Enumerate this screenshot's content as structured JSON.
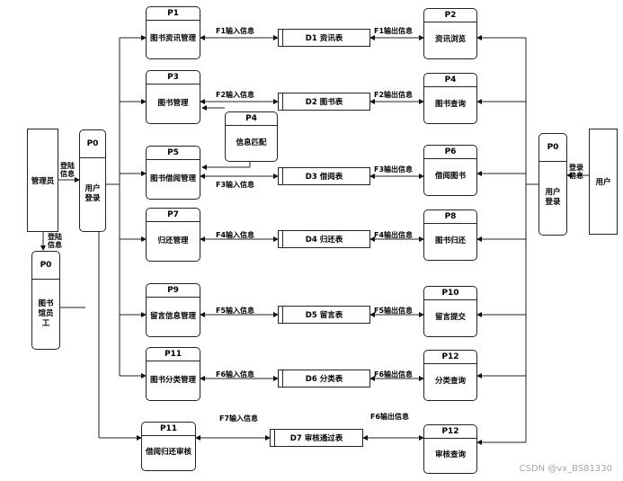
{
  "processes": {
    "p1": {
      "id": "P1",
      "name": "图书资讯管理"
    },
    "p2": {
      "id": "P2",
      "name": "资讯浏览"
    },
    "p3": {
      "id": "P3",
      "name": "图书管理"
    },
    "p4r": {
      "id": "P4",
      "name": "图书查询"
    },
    "p4m": {
      "id": "P4",
      "name": "信息匹配"
    },
    "p5": {
      "id": "P5",
      "name": "图书借阅管理"
    },
    "p6": {
      "id": "P6",
      "name": "借阅图书"
    },
    "p7": {
      "id": "P7",
      "name": "归还管理"
    },
    "p8": {
      "id": "P8",
      "name": "图书归还"
    },
    "p9": {
      "id": "P9",
      "name": "留言信息管理"
    },
    "p10": {
      "id": "P10",
      "name": "留言提交"
    },
    "p11a": {
      "id": "P11",
      "name": "图书分类管理"
    },
    "p12a": {
      "id": "P12",
      "name": "分类查询"
    },
    "p11b": {
      "id": "P11",
      "name": "借阅归还审核"
    },
    "p12b": {
      "id": "P12",
      "name": "审核查询"
    },
    "p0a": {
      "id": "P0",
      "name": "用户登录"
    },
    "p0b": {
      "id": "P0",
      "name": "图书馆员工"
    },
    "p0c": {
      "id": "P0",
      "name": "用户登录"
    }
  },
  "stores": {
    "d1": "D1 资讯表",
    "d2": "D2 图书表",
    "d3": "D3 借阅表",
    "d4": "D4 归还表",
    "d5": "D5 留言表",
    "d6": "D6 分类表",
    "d7": "D7 审核通过表"
  },
  "externals": {
    "admin": "管理员",
    "user": "用户"
  },
  "flows": {
    "f1_in": "F1输入信息",
    "f1_out": "F1输出信息",
    "f2_in": "F2输入信息",
    "f2_out": "F2输出信息",
    "f3_in": "F3输入信息",
    "f3_out": "F3输出信息",
    "f4_in": "F4输入信息",
    "f4_out": "F4输出信息",
    "f5_in": "F5输入信息",
    "f5_out": "F5输出信息",
    "f6_in": "F6输入信息",
    "f6_out": "F6输出信息",
    "f7_in": "F7输入信息",
    "f7_out": "F6输出信息",
    "admin_login": "登陆信息",
    "admin_login2": "登陆信息",
    "user_login": "登录信息"
  },
  "watermark": "CSDN @vx_BS81330"
}
